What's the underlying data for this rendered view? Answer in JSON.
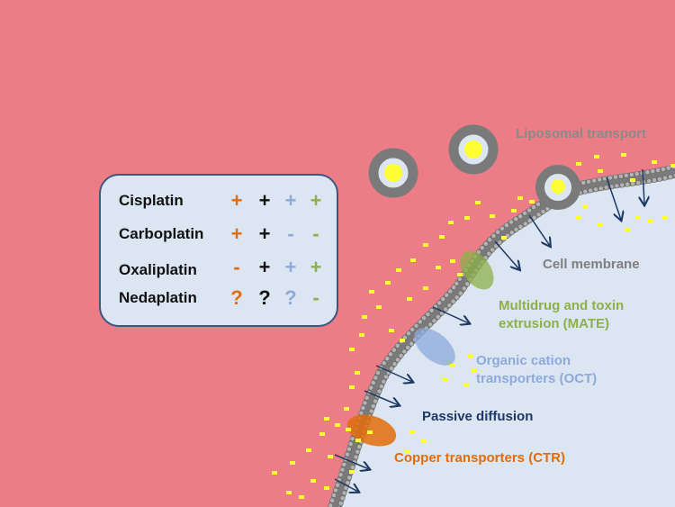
{
  "colors": {
    "background": "#ec7d86",
    "cell_interior": "#dbe6f2",
    "membrane": "#808080",
    "cisplatin_col": "#e36c0a",
    "carboplatin_col": "#111111",
    "oxaliplatin_col": "#8eaadb",
    "nedaplatin_col": "#8db04a",
    "drug_particle": "#ffff33",
    "arrow": "#1f3864"
  },
  "legend": {
    "rows": [
      {
        "drug": "Cisplatin",
        "marks": [
          "+",
          "+",
          "+",
          "+"
        ]
      },
      {
        "drug": "Carboplatin",
        "marks": [
          "+",
          "+",
          "-",
          "-"
        ]
      },
      {
        "drug": "Oxaliplatin",
        "marks": [
          "-",
          "+",
          "+",
          "+"
        ]
      },
      {
        "drug": "Nedaplatin",
        "marks": [
          "?",
          "?",
          "?",
          "-"
        ]
      }
    ]
  },
  "labels": {
    "liposomal": "Liposomal transport",
    "membrane": "Cell membrane",
    "mate_line1": "Multidrug and toxin",
    "mate_line2": "extrusion (MATE)",
    "oct_line1": "Organic cation",
    "oct_line2": "transporters (OCT)",
    "passive": "Passive diffusion",
    "ctr": "Copper transporters (CTR)"
  }
}
